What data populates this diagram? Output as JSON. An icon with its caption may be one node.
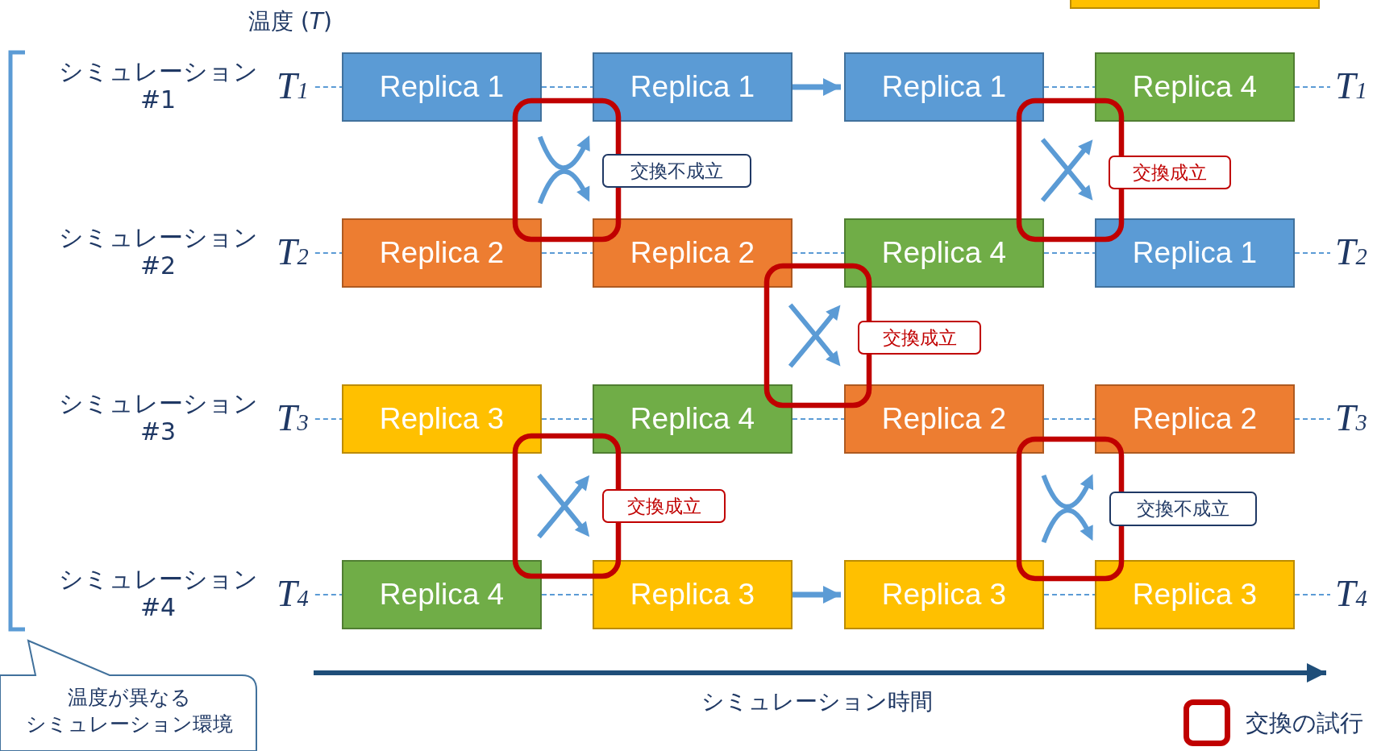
{
  "diagram": {
    "nodes": [
      {
        "text": [],
        "shape": "box"
      },
      {
        "text": [
          "T$_{1}$"
        ]
      },
      {
        "text": [
          "Replica 1"
        ]
      },
      {
        "text": [
          "Replica 1"
        ]
      },
      {
        "text": [
          "Replica 1"
        ]
      },
      {
        "text": [
          "Replica 4"
        ]
      },
      {
        "text": [
          "T$_{1}$"
        ]
      },
      {
        "text": [
          "交換不成立"
        ]
      },
      {
        "text": [
          "交換成立"
        ]
      },
      {
        "text": [
          "T$_{2}$"
        ]
      },
      {
        "text": [
          "Replica 2"
        ]
      },
      {
        "text": [
          "Replica 2"
        ]
      },
      {
        "text": [
          "Replica 4"
        ]
      },
      {
        "text": [
          "Replica 1"
        ]
      },
      {
        "text": [
          "T$_{2}$"
        ]
      },
      {
        "text": [
          "交換成立"
        ]
      },
      {
        "text": [
          "T$_{3}$"
        ]
      },
      {
        "text": [
          "Replica 3"
        ]
      },
      {
        "text": [
          "Replica 4"
        ]
      },
      {
        "text": [
          "Replica 2"
        ]
      },
      {
        "text": [
          "Replica 2"
        ]
      },
      {
        "text": [
          "T$_{3}$"
        ]
      },
      {
        "text": [
          "交換成立"
        ]
      },
      {
        "text": [
          "交換不成立"
        ]
      },
      {
        "text": [
          "T$_{4}$"
        ]
      },
      {
        "text": [
          "Replica 4"
        ]
      },
      {
        "text": [
          "Replica 3"
        ]
      },
      {
        "text": [
          "Replica 3"
        ]
      },
      {
        "text": [
          "Replica 3"
        ]
      },
      {
        "text": [
          "T$_{4}$"
        ]
      },
      {
        "text": [
          "温度が異なるシミュレーション環境"
        ]
      }
    ],
    "edges": [
      {
        "from": 1,
        "to": 2,
        "arrow": "none",
        "style": "dashed"
      },
      {
        "from": 2,
        "to": 3,
        "arrow": "none",
        "style": "dashed"
      },
      {
        "from": 3,
        "to": 4,
        "arrow": "to",
        "style": "thick"
      },
      {
        "from": 4,
        "to": 5,
        "arrow": "none",
        "style": "dashed"
      },
      {
        "from": 5,
        "to": 6,
        "arrow": "none",
        "style": "dashed"
      },
      {
        "from": 9,
        "to": 10,
        "arrow": "none",
        "style": "dashed"
      },
      {
        "from": 10,
        "to": 11,
        "arrow": "none",
        "style": "dashed"
      },
      {
        "from": 11,
        "to": 12,
        "arrow": "none",
        "style": "dashed"
      },
      {
        "from": 12,
        "to": 13,
        "arrow": "none",
        "style": "dashed"
      },
      {
        "from": 13,
        "to": 14,
        "arrow": "none",
        "style": "dashed"
      },
      {
        "from": 16,
        "to": 17,
        "arrow": "none",
        "style": "dashed"
      },
      {
        "from": 17,
        "to": 18,
        "arrow": "none",
        "style": "dashed"
      },
      {
        "from": 18,
        "to": 19,
        "arrow": "none",
        "style": "dashed"
      },
      {
        "from": 19,
        "to": 20,
        "arrow": "none",
        "style": "dashed"
      },
      {
        "from": 20,
        "to": 21,
        "arrow": "none",
        "style": "dashed"
      },
      {
        "from": 24,
        "to": 25,
        "arrow": "none",
        "style": "dashed"
      },
      {
        "from": 25,
        "to": 26,
        "arrow": "none",
        "style": "dashed"
      },
      {
        "from": 26,
        "to": 27,
        "arrow": "to",
        "style": "thick"
      },
      {
        "from": 27,
        "to": 28,
        "arrow": "none",
        "style": "dashed"
      },
      {
        "from": 28,
        "to": 29,
        "arrow": "none",
        "style": "dashed"
      }
    ],
    "labels": [
      "温度 (*T*)",
      "シミュレーション#1",
      "シミュレーション#2",
      "シミュレーション#3",
      "シミュレーション#4",
      "シミュレーション時間"
    ],
    "legend": [
      {
        "text": "交換の試行"
      }
    ]
  }
}
